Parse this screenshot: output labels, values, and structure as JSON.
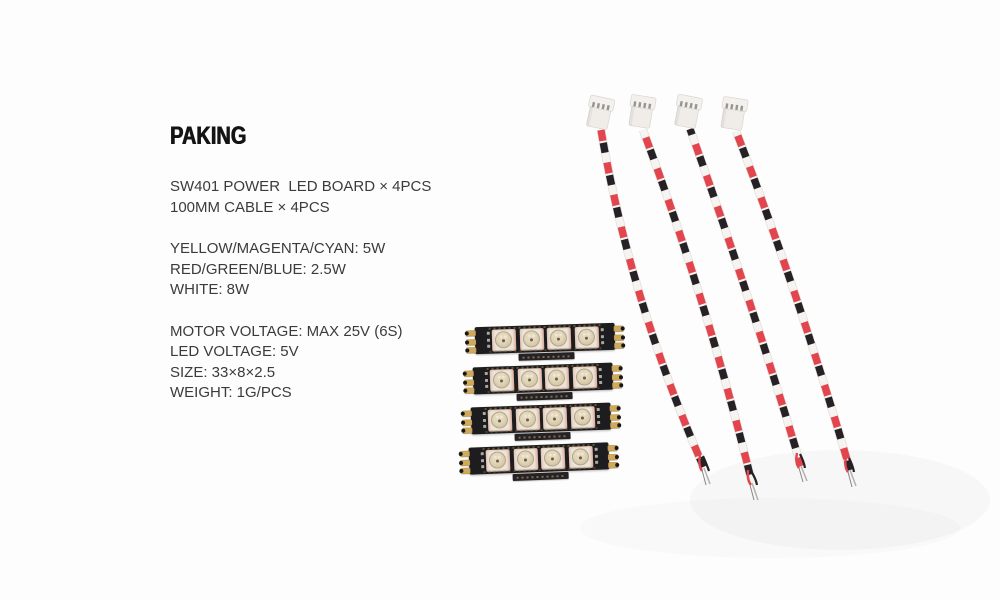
{
  "page": {
    "background": "#fdfdfd"
  },
  "header": {
    "title": "PAKING"
  },
  "specs": {
    "packing": [
      "SW401 POWER  LED BOARD × 4PCS",
      "100MM CABLE × 4PCS"
    ],
    "power_ratings": [
      "YELLOW/MAGENTA/CYAN: 5W",
      "RED/GREEN/BLUE: 2.5W",
      "WHITE: 8W"
    ],
    "details": [
      "MOTOR VOLTAGE: MAX 25V (6S)",
      "LED VOLTAGE: 5V",
      "SIZE: 33×8×2.5",
      "WEIGHT: 1G/PCS"
    ]
  },
  "photo": {
    "led_boards": {
      "count": 4,
      "leds_per_board": 4,
      "pcb_color": "#1d1c1e",
      "pad_gold": "#cfa95c",
      "led_body": "#ece6da"
    },
    "cables": {
      "count": 4,
      "connector_color": "#f3f1ee",
      "wire_red": "#e2454d",
      "wire_black": "#262124",
      "wire_white": "#f6f4f1"
    }
  }
}
